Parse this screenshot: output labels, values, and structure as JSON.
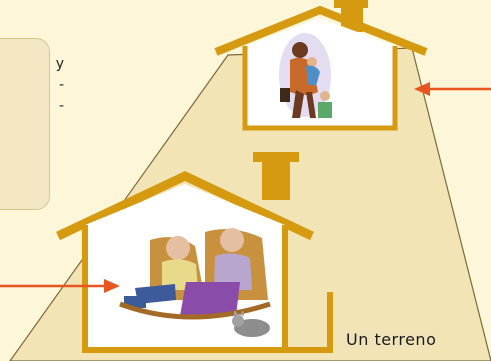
{
  "side_note": {
    "text": "y\n-\n-"
  },
  "caption": {
    "text": "Un terreno"
  },
  "icons": {
    "top_house_icon": "house-icon",
    "bottom_house_icon": "house-icon",
    "mother_child_figure": "mother-and-child-illustration",
    "elderly_couple_figure": "elderly-couple-illustration",
    "cat_figure": "cat-illustration",
    "arrow_right": "arrow-left-icon",
    "arrow_left": "arrow-right-icon"
  },
  "colors": {
    "background": "#fef6d9",
    "land": "#f3e4b6",
    "house_outline": "#d69a10",
    "arrow": "#e8561f"
  }
}
